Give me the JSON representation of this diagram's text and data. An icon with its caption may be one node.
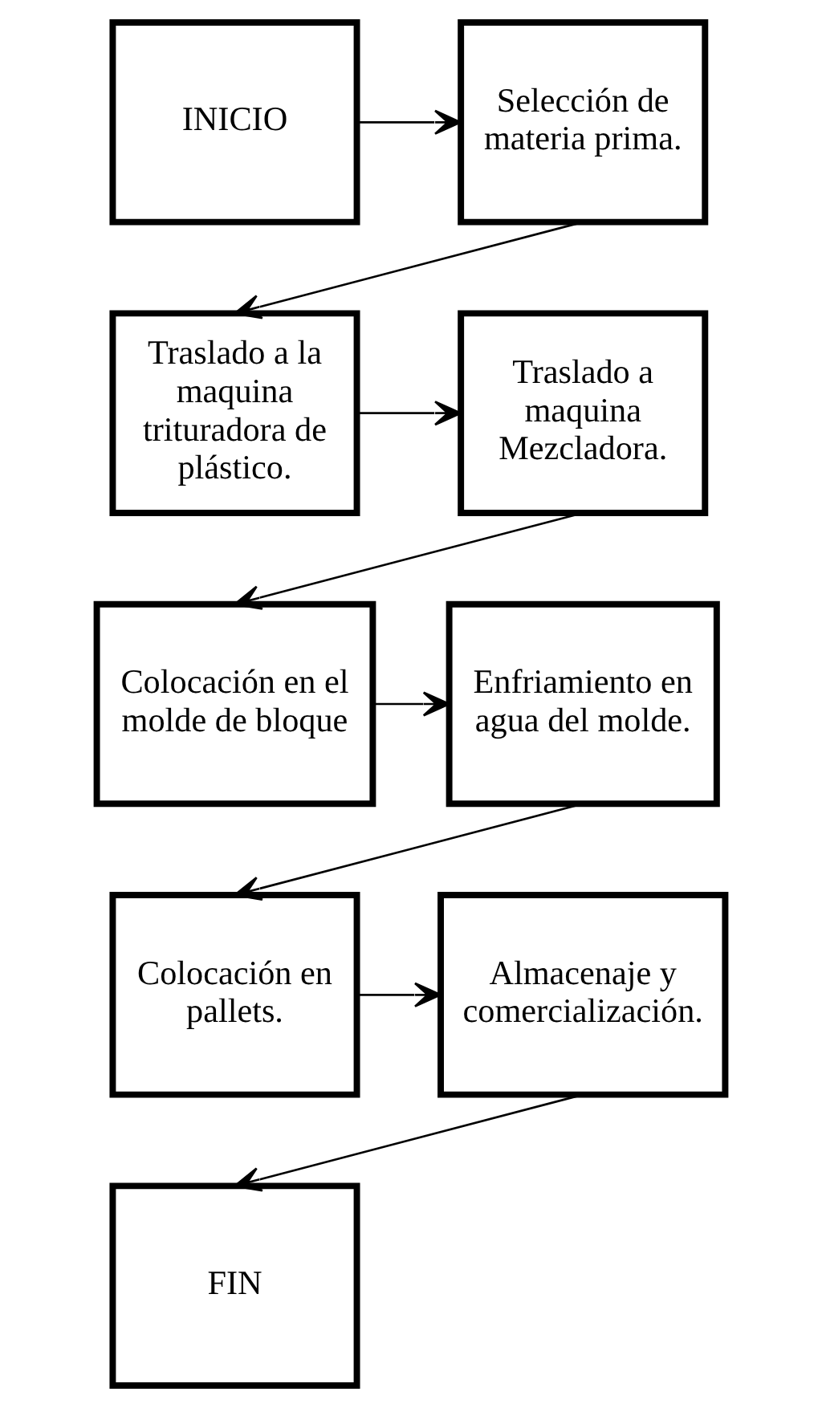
{
  "diagram": {
    "nodes": [
      {
        "text": [
          "INICIO"
        ]
      },
      {
        "text": [
          "Selección de materia prima."
        ]
      },
      {
        "text": [
          "Traslado a la maquina trituradora de plástico."
        ]
      },
      {
        "text": [
          "Traslado a maquina Mezcladora."
        ]
      },
      {
        "text": [
          "Colocación en el molde de bloque"
        ]
      },
      {
        "text": [
          "Enfriamiento en agua del molde."
        ]
      },
      {
        "text": [
          "Colocación en pallets."
        ]
      },
      {
        "text": [
          "Almacenaje y comercialización."
        ]
      },
      {
        "text": [
          "FIN"
        ]
      }
    ],
    "edges": [
      {
        "from": 0,
        "to": 1,
        "arrow": "to"
      },
      {
        "from": 1,
        "to": 2,
        "arrow": "to"
      },
      {
        "from": 2,
        "to": 3,
        "arrow": "to"
      },
      {
        "from": 3,
        "to": 4,
        "arrow": "to"
      },
      {
        "from": 4,
        "to": 5,
        "arrow": "to"
      },
      {
        "from": 5,
        "to": 6,
        "arrow": "to"
      },
      {
        "from": 6,
        "to": 7,
        "arrow": "to"
      },
      {
        "from": 7,
        "to": 8,
        "arrow": "to"
      }
    ]
  }
}
